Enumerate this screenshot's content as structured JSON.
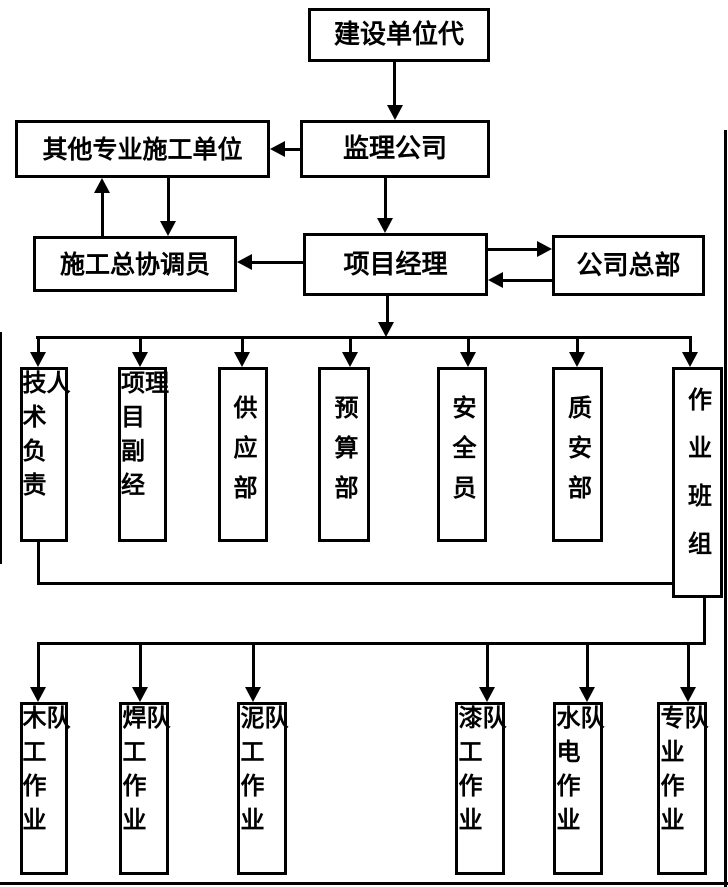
{
  "colors": {
    "line": "#000000",
    "background": "#ffffff",
    "text": "#000000"
  },
  "nodes": {
    "construction_unit": {
      "label": "建设单位代"
    },
    "other_specialty_contractors": {
      "label": "其他专业施工单位"
    },
    "supervision_company": {
      "label": "监理公司"
    },
    "construction_coordinator": {
      "label": "施工总协调员"
    },
    "project_manager": {
      "label": "项目经理"
    },
    "company_headquarters": {
      "label": "公司总部"
    },
    "departments": [
      {
        "label": "技术负责人"
      },
      {
        "label": "项目副经理"
      },
      {
        "label": "供应部"
      },
      {
        "label": "预算部"
      },
      {
        "label": "安全员"
      },
      {
        "label": "质安部"
      },
      {
        "label": "作业班组"
      }
    ],
    "work_teams": [
      {
        "label": "木工作业队"
      },
      {
        "label": "焊工作业队"
      },
      {
        "label": "泥工作业队"
      },
      {
        "label": "漆工作业队"
      },
      {
        "label": "水电作业队"
      },
      {
        "label": "专业作业队"
      }
    ]
  },
  "edges": [
    {
      "from": "建设单位代",
      "to": "监理公司",
      "type": "arrow"
    },
    {
      "from": "监理公司",
      "to": "其他专业施工单位",
      "type": "arrow"
    },
    {
      "from": "施工总协调员",
      "to": "其他专业施工单位",
      "type": "arrow"
    },
    {
      "from": "其他专业施工单位",
      "to": "施工总协调员",
      "type": "arrow"
    },
    {
      "from": "监理公司",
      "to": "项目经理",
      "type": "arrow"
    },
    {
      "from": "项目经理",
      "to": "施工总协调员",
      "type": "arrow"
    },
    {
      "from": "项目经理",
      "to": "公司总部",
      "type": "arrow"
    },
    {
      "from": "公司总部",
      "to": "项目经理",
      "type": "arrow"
    },
    {
      "from": "项目经理",
      "to": [
        "技术负责人",
        "项目副经理",
        "供应部",
        "预算部",
        "安全员",
        "质安部",
        "作业班组"
      ],
      "type": "arrow"
    },
    {
      "from": "技术负责人",
      "to": "作业班组",
      "type": "line"
    },
    {
      "from": "作业班组",
      "to": [
        "木工作业队",
        "焊工作业队",
        "泥工作业队",
        "漆工作业队",
        "水电作业队",
        "专业作业队"
      ],
      "type": "arrow"
    }
  ]
}
